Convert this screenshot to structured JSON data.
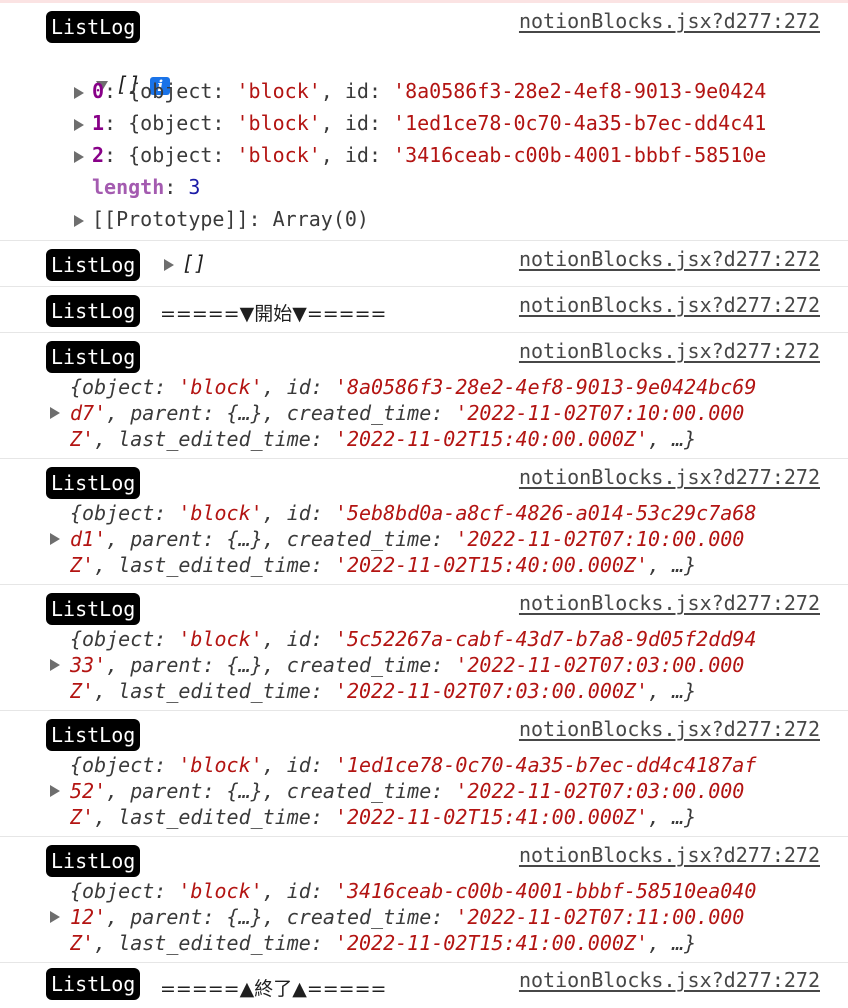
{
  "badge": "ListLog",
  "source": "notionBlocks.jsx?d277:272",
  "first": {
    "array_label": "[]",
    "info": "i",
    "items": [
      {
        "index": "0",
        "text_pre": ": {object: ",
        "obj": "'block'",
        "mid": ", id: ",
        "id": "'8a0586f3-28e2-4ef8-9013-9e0424"
      },
      {
        "index": "1",
        "text_pre": ": {object: ",
        "obj": "'block'",
        "mid": ", id: ",
        "id": "'1ed1ce78-0c70-4a35-b7ec-dd4c41"
      },
      {
        "index": "2",
        "text_pre": ": {object: ",
        "obj": "'block'",
        "mid": ", id: ",
        "id": "'3416ceab-c00b-4001-bbbf-58510e"
      }
    ],
    "length_key": "length",
    "length_val": "3",
    "prototype": "[[Prototype]]: Array(0)"
  },
  "second_label": "[]",
  "start_label": "=====▼開始▼=====",
  "end_label": "=====▲終了▲=====",
  "objects": [
    {
      "l1_id": "'8a0586f3-28e2-4ef8-9013-9e0424bc69",
      "l2_id": "d7'",
      "created": "'2022-11-02T07:10:00.000",
      "l3_created": "Z'",
      "edited": "'2022-11-02T15:40:00.000Z'"
    },
    {
      "l1_id": "'5eb8bd0a-a8cf-4826-a014-53c29c7a68",
      "l2_id": "d1'",
      "created": "'2022-11-02T07:10:00.000",
      "l3_created": "Z'",
      "edited": "'2022-11-02T15:40:00.000Z'"
    },
    {
      "l1_id": "'5c52267a-cabf-43d7-b7a8-9d05f2dd94",
      "l2_id": "33'",
      "created": "'2022-11-02T07:03:00.000",
      "l3_created": "Z'",
      "edited": "'2022-11-02T07:03:00.000Z'"
    },
    {
      "l1_id": "'1ed1ce78-0c70-4a35-b7ec-dd4c4187af",
      "l2_id": "52'",
      "created": "'2022-11-02T07:03:00.000",
      "l3_created": "Z'",
      "edited": "'2022-11-02T15:41:00.000Z'"
    },
    {
      "l1_id": "'3416ceab-c00b-4001-bbbf-58510ea040",
      "l2_id": "12'",
      "created": "'2022-11-02T07:11:00.000",
      "l3_created": "Z'",
      "edited": "'2022-11-02T15:41:00.000Z'"
    }
  ],
  "tokens": {
    "obj_open": "{object: ",
    "block": "'block'",
    "id_sep": ", id: ",
    "parent": ", parent: {…}, created_time: ",
    "edited_sep": ", last_edited_time: ",
    "tail": ", …}"
  }
}
